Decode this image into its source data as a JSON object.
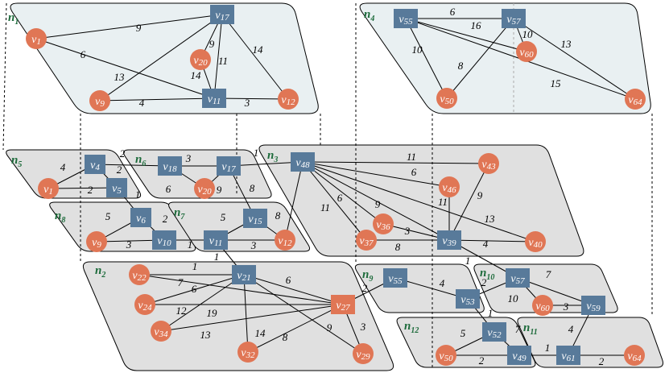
{
  "colors": {
    "circle_node": "#e07655",
    "square_node": "#587a9a",
    "panel_top_fill": "#e9f0f2",
    "panel_sub_fill": "#e0e0e0",
    "panel_label": "#1d6b3b"
  },
  "panels": [
    {
      "id": "n1",
      "label": "n1",
      "sub": "1"
    },
    {
      "id": "n4",
      "label": "n4",
      "sub": "4"
    },
    {
      "id": "n5",
      "label": "n5",
      "sub": "5"
    },
    {
      "id": "n6",
      "label": "n6",
      "sub": "6"
    },
    {
      "id": "n3",
      "label": "n3",
      "sub": "3"
    },
    {
      "id": "n8",
      "label": "n8",
      "sub": "8"
    },
    {
      "id": "n7",
      "label": "n7",
      "sub": "7"
    },
    {
      "id": "n2",
      "label": "n2",
      "sub": "2"
    },
    {
      "id": "n9",
      "label": "n9",
      "sub": "9"
    },
    {
      "id": "n10",
      "label": "n10",
      "sub": "10"
    },
    {
      "id": "n12",
      "label": "n12",
      "sub": "12"
    },
    {
      "id": "n11",
      "label": "n11",
      "sub": "11"
    }
  ],
  "nodes": [
    {
      "id": "n1-v1",
      "label": "v1",
      "shape": "circle"
    },
    {
      "id": "n1-v17",
      "label": "v17",
      "shape": "square"
    },
    {
      "id": "n1-v20",
      "label": "v20",
      "shape": "circle"
    },
    {
      "id": "n1-v9",
      "label": "v9",
      "shape": "circle"
    },
    {
      "id": "n1-v11",
      "label": "v11",
      "shape": "square"
    },
    {
      "id": "n1-v12",
      "label": "v12",
      "shape": "circle"
    },
    {
      "id": "n4-v55",
      "label": "v55",
      "shape": "square"
    },
    {
      "id": "n4-v57",
      "label": "v57",
      "shape": "square"
    },
    {
      "id": "n4-v60",
      "label": "v60",
      "shape": "circle"
    },
    {
      "id": "n4-v50",
      "label": "v50",
      "shape": "circle"
    },
    {
      "id": "n4-v64",
      "label": "v64",
      "shape": "circle"
    },
    {
      "id": "n5-v4",
      "label": "v4",
      "shape": "square"
    },
    {
      "id": "n5-v1",
      "label": "v1",
      "shape": "circle"
    },
    {
      "id": "n5-v5",
      "label": "v5",
      "shape": "square"
    },
    {
      "id": "n6-v18",
      "label": "v18",
      "shape": "square"
    },
    {
      "id": "n6-v17",
      "label": "v17",
      "shape": "square"
    },
    {
      "id": "n6-v20",
      "label": "v20",
      "shape": "circle"
    },
    {
      "id": "n3-v48",
      "label": "v48",
      "shape": "square"
    },
    {
      "id": "n3-v43",
      "label": "v43",
      "shape": "circle"
    },
    {
      "id": "n3-v46",
      "label": "v46",
      "shape": "circle"
    },
    {
      "id": "n3-v36",
      "label": "v36",
      "shape": "circle"
    },
    {
      "id": "n3-v37",
      "label": "v37",
      "shape": "circle"
    },
    {
      "id": "n3-v39",
      "label": "v39",
      "shape": "square"
    },
    {
      "id": "n3-v40",
      "label": "v40",
      "shape": "circle"
    },
    {
      "id": "n8-v6",
      "label": "v6",
      "shape": "square"
    },
    {
      "id": "n8-v9",
      "label": "v9",
      "shape": "circle"
    },
    {
      "id": "n8-v10",
      "label": "v10",
      "shape": "square"
    },
    {
      "id": "n7-v15",
      "label": "v15",
      "shape": "square"
    },
    {
      "id": "n7-v11",
      "label": "v11",
      "shape": "square"
    },
    {
      "id": "n7-v12",
      "label": "v12",
      "shape": "circle"
    },
    {
      "id": "n2-v22",
      "label": "v22",
      "shape": "circle"
    },
    {
      "id": "n2-v21",
      "label": "v21",
      "shape": "square"
    },
    {
      "id": "n2-v24",
      "label": "v24",
      "shape": "circle"
    },
    {
      "id": "n2-v27",
      "label": "v27",
      "shape": "square-orange"
    },
    {
      "id": "n2-v34",
      "label": "v34",
      "shape": "circle"
    },
    {
      "id": "n2-v32",
      "label": "v32",
      "shape": "circle"
    },
    {
      "id": "n2-v29",
      "label": "v29",
      "shape": "circle"
    },
    {
      "id": "n9-v55",
      "label": "v55",
      "shape": "square"
    },
    {
      "id": "n9-v53",
      "label": "v53",
      "shape": "square"
    },
    {
      "id": "n10-v57",
      "label": "v57",
      "shape": "square"
    },
    {
      "id": "n10-v60",
      "label": "v60",
      "shape": "circle"
    },
    {
      "id": "n10-v59",
      "label": "v59",
      "shape": "square"
    },
    {
      "id": "n12-v52",
      "label": "v52",
      "shape": "square"
    },
    {
      "id": "n12-v50",
      "label": "v50",
      "shape": "circle"
    },
    {
      "id": "n12-v49",
      "label": "v49",
      "shape": "square"
    },
    {
      "id": "n11-v61",
      "label": "v61",
      "shape": "square"
    },
    {
      "id": "n11-v64",
      "label": "v64",
      "shape": "circle"
    }
  ],
  "edges": [
    {
      "from": "n1-v1",
      "to": "n1-v17",
      "w": "9"
    },
    {
      "from": "n1-v1",
      "to": "n1-v11",
      "w": "6"
    },
    {
      "from": "n1-v9",
      "to": "n1-v17",
      "w": "13"
    },
    {
      "from": "n1-v9",
      "to": "n1-v11",
      "w": "4"
    },
    {
      "from": "n1-v17",
      "to": "n1-v20",
      "w": "9"
    },
    {
      "from": "n1-v17",
      "to": "n1-v11",
      "w": "11"
    },
    {
      "from": "n1-v17",
      "to": "n1-v12",
      "w": "14"
    },
    {
      "from": "n1-v20",
      "to": "n1-v11",
      "w": "14"
    },
    {
      "from": "n1-v11",
      "to": "n1-v12",
      "w": "3"
    },
    {
      "from": "n4-v55",
      "to": "n4-v57",
      "w": "6"
    },
    {
      "from": "n4-v55",
      "to": "n4-v60",
      "w": "16"
    },
    {
      "from": "n4-v55",
      "to": "n4-v50",
      "w": "10"
    },
    {
      "from": "n4-v55",
      "to": "n4-v64",
      "w": "15"
    },
    {
      "from": "n4-v57",
      "to": "n4-v60",
      "w": "10"
    },
    {
      "from": "n4-v57",
      "to": "n4-v50",
      "w": "8"
    },
    {
      "from": "n4-v57",
      "to": "n4-v64",
      "w": "13"
    },
    {
      "from": "n5-v4",
      "to": "n5-v1",
      "w": "4"
    },
    {
      "from": "n5-v4",
      "to": "n5-v5",
      "w": "2"
    },
    {
      "from": "n5-v1",
      "to": "n5-v5",
      "w": "2"
    },
    {
      "from": "n5-v4",
      "to": "n6-v18",
      "w": "2"
    },
    {
      "from": "n5-v5",
      "to": "n8-v6",
      "w": "1"
    },
    {
      "from": "n6-v18",
      "to": "n6-v17",
      "w": "3"
    },
    {
      "from": "n6-v18",
      "to": "n6-v20",
      "w": "6"
    },
    {
      "from": "n6-v17",
      "to": "n6-v20",
      "w": "9"
    },
    {
      "from": "n6-v17",
      "to": "n7-v15",
      "w": "8"
    },
    {
      "from": "n6-v17",
      "to": "n3-v48",
      "w": "1"
    },
    {
      "from": "n3-v48",
      "to": "n3-v43",
      "w": "11"
    },
    {
      "from": "n3-v48",
      "to": "n3-v46",
      "w": "6"
    },
    {
      "from": "n3-v48",
      "to": "n3-v36",
      "w": "9"
    },
    {
      "from": "n3-v48",
      "to": "n3-v37",
      "w": "6"
    },
    {
      "from": "n3-v48",
      "to": "n3-v39",
      "w": "11"
    },
    {
      "from": "n3-v48",
      "to": "n3-v40",
      "w": "13"
    },
    {
      "from": "n3-v48",
      "to": "n7-v12",
      "w": "11"
    },
    {
      "from": "n3-v43",
      "to": "n3-v39",
      "w": "9"
    },
    {
      "from": "n3-v46",
      "to": "n3-v39",
      "w": ""
    },
    {
      "from": "n3-v36",
      "to": "n3-v39",
      "w": "3"
    },
    {
      "from": "n3-v37",
      "to": "n3-v39",
      "w": "8"
    },
    {
      "from": "n3-v39",
      "to": "n3-v40",
      "w": "4"
    },
    {
      "from": "n3-v39",
      "to": "n10-v57",
      "w": "1"
    },
    {
      "from": "n8-v6",
      "to": "n8-v9",
      "w": "5"
    },
    {
      "from": "n8-v6",
      "to": "n8-v10",
      "w": "2"
    },
    {
      "from": "n8-v9",
      "to": "n8-v10",
      "w": "3"
    },
    {
      "from": "n8-v10",
      "to": "n7-v11",
      "w": "1"
    },
    {
      "from": "n7-v15",
      "to": "n7-v11",
      "w": "5"
    },
    {
      "from": "n7-v15",
      "to": "n7-v12",
      "w": "8"
    },
    {
      "from": "n7-v11",
      "to": "n7-v12",
      "w": "3"
    },
    {
      "from": "n7-v11",
      "to": "n2-v21",
      "w": "1"
    },
    {
      "from": "n2-v22",
      "to": "n2-v21",
      "w": "1"
    },
    {
      "from": "n2-v22",
      "to": "n2-v27",
      "w": "7"
    },
    {
      "from": "n2-v24",
      "to": "n2-v21",
      "w": "6"
    },
    {
      "from": "n2-v24",
      "to": "n2-v27",
      "w": "12"
    },
    {
      "from": "n2-v34",
      "to": "n2-v21",
      "w": "19"
    },
    {
      "from": "n2-v34",
      "to": "n2-v27",
      "w": "13"
    },
    {
      "from": "n2-v21",
      "to": "n2-v27",
      "w": "6"
    },
    {
      "from": "n2-v21",
      "to": "n2-v32",
      "w": "14"
    },
    {
      "from": "n2-v21",
      "to": "n2-v29",
      "w": "9"
    },
    {
      "from": "n2-v32",
      "to": "n2-v27",
      "w": "8"
    },
    {
      "from": "n2-v27",
      "to": "n2-v29",
      "w": "3"
    },
    {
      "from": "n2-v27",
      "to": "n9-v55",
      "w": "2"
    },
    {
      "from": "n9-v55",
      "to": "n9-v53",
      "w": "4"
    },
    {
      "from": "n9-v53",
      "to": "n10-v57",
      "w": "2"
    },
    {
      "from": "n9-v53",
      "to": "n12-v52",
      "w": "1"
    },
    {
      "from": "n10-v57",
      "to": "n10-v60",
      "w": "10"
    },
    {
      "from": "n10-v57",
      "to": "n10-v59",
      "w": "7"
    },
    {
      "from": "n10-v60",
      "to": "n10-v59",
      "w": "3"
    },
    {
      "from": "n10-v59",
      "to": "n11-v61",
      "w": "4"
    },
    {
      "from": "n12-v52",
      "to": "n12-v50",
      "w": "5"
    },
    {
      "from": "n12-v52",
      "to": "n12-v49",
      "w": "7"
    },
    {
      "from": "n12-v50",
      "to": "n12-v49",
      "w": "2"
    },
    {
      "from": "n12-v49",
      "to": "n11-v61",
      "w": "1"
    },
    {
      "from": "n11-v61",
      "to": "n11-v64",
      "w": "2"
    }
  ]
}
